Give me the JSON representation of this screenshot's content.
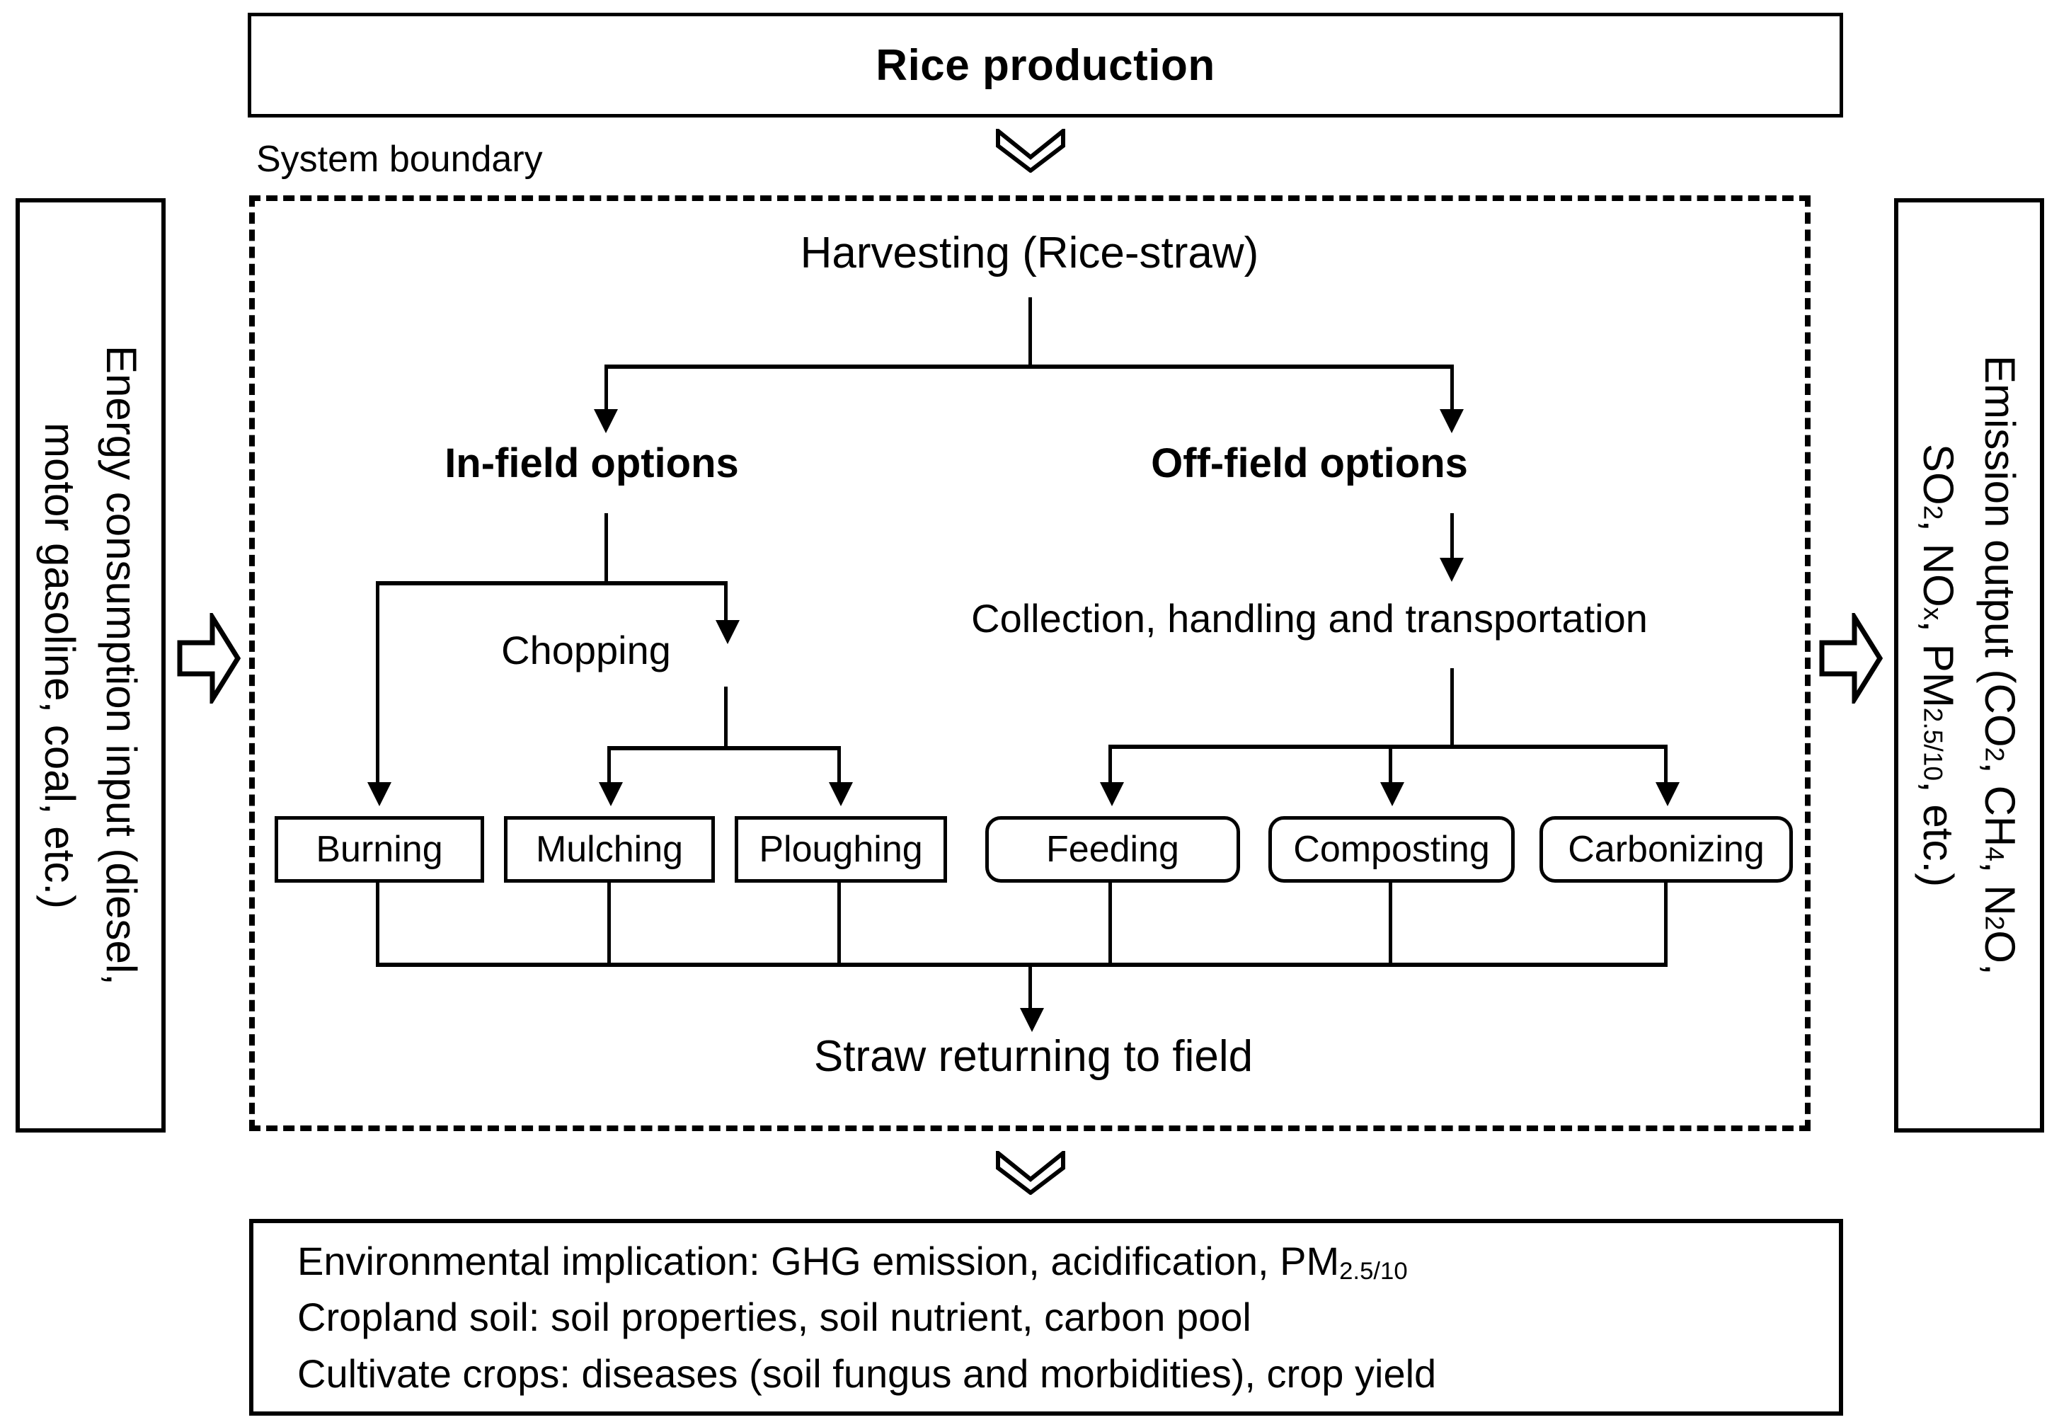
{
  "title": {
    "text": "Rice production"
  },
  "system_boundary": {
    "label": "System boundary"
  },
  "inputs": {
    "left_box_text": "Energy consumption input (diesel,\nmotor gasoline, coal, etc.)",
    "left_arrow_icon": "block-arrow-right-icon"
  },
  "outputs": {
    "right_box_line1": "Emission output (CO",
    "right_box_sub1": "2",
    "right_box_line1b": ", CH",
    "right_box_sub2": "4",
    "right_box_line1c": ", N",
    "right_box_sub3": "2",
    "right_box_line1d": "O,",
    "right_box_line2": "SO",
    "right_box_sub4": "2",
    "right_box_line2b": ", NO",
    "right_box_sub5": "x",
    "right_box_line2c": ", PM",
    "right_box_sub6": "2.5/10",
    "right_box_line2d": ", etc.)",
    "right_arrow_icon": "block-arrow-right-icon"
  },
  "flow": {
    "harvesting": "Harvesting (Rice-straw)",
    "infield_heading": "In-field options",
    "offfield_heading": "Off-field options",
    "chopping": "Chopping",
    "collection": "Collection, handling and transportation",
    "straw_returning": "Straw returning to field"
  },
  "process_boxes": {
    "infield": [
      {
        "label": "Burning",
        "shape": "rect"
      },
      {
        "label": "Mulching",
        "shape": "rect"
      },
      {
        "label": "Ploughing",
        "shape": "rect"
      }
    ],
    "offfield": [
      {
        "label": "Feeding",
        "shape": "rounded"
      },
      {
        "label": "Composting",
        "shape": "rounded"
      },
      {
        "label": "Carbonizing",
        "shape": "rounded"
      }
    ]
  },
  "summary": {
    "line1_pre": "Environmental implication: GHG emission, acidification, PM",
    "line1_sub": "2.5/10",
    "line2": "Cropland soil: soil properties, soil nutrient, carbon pool",
    "line3": "Cultivate crops: diseases (soil fungus and morbidities), crop yield"
  },
  "icons": {
    "chevron_down": "chevron-down-icon",
    "arrow_down": "arrow-down-icon"
  },
  "colors": {
    "stroke": "#000000",
    "background": "#ffffff"
  }
}
